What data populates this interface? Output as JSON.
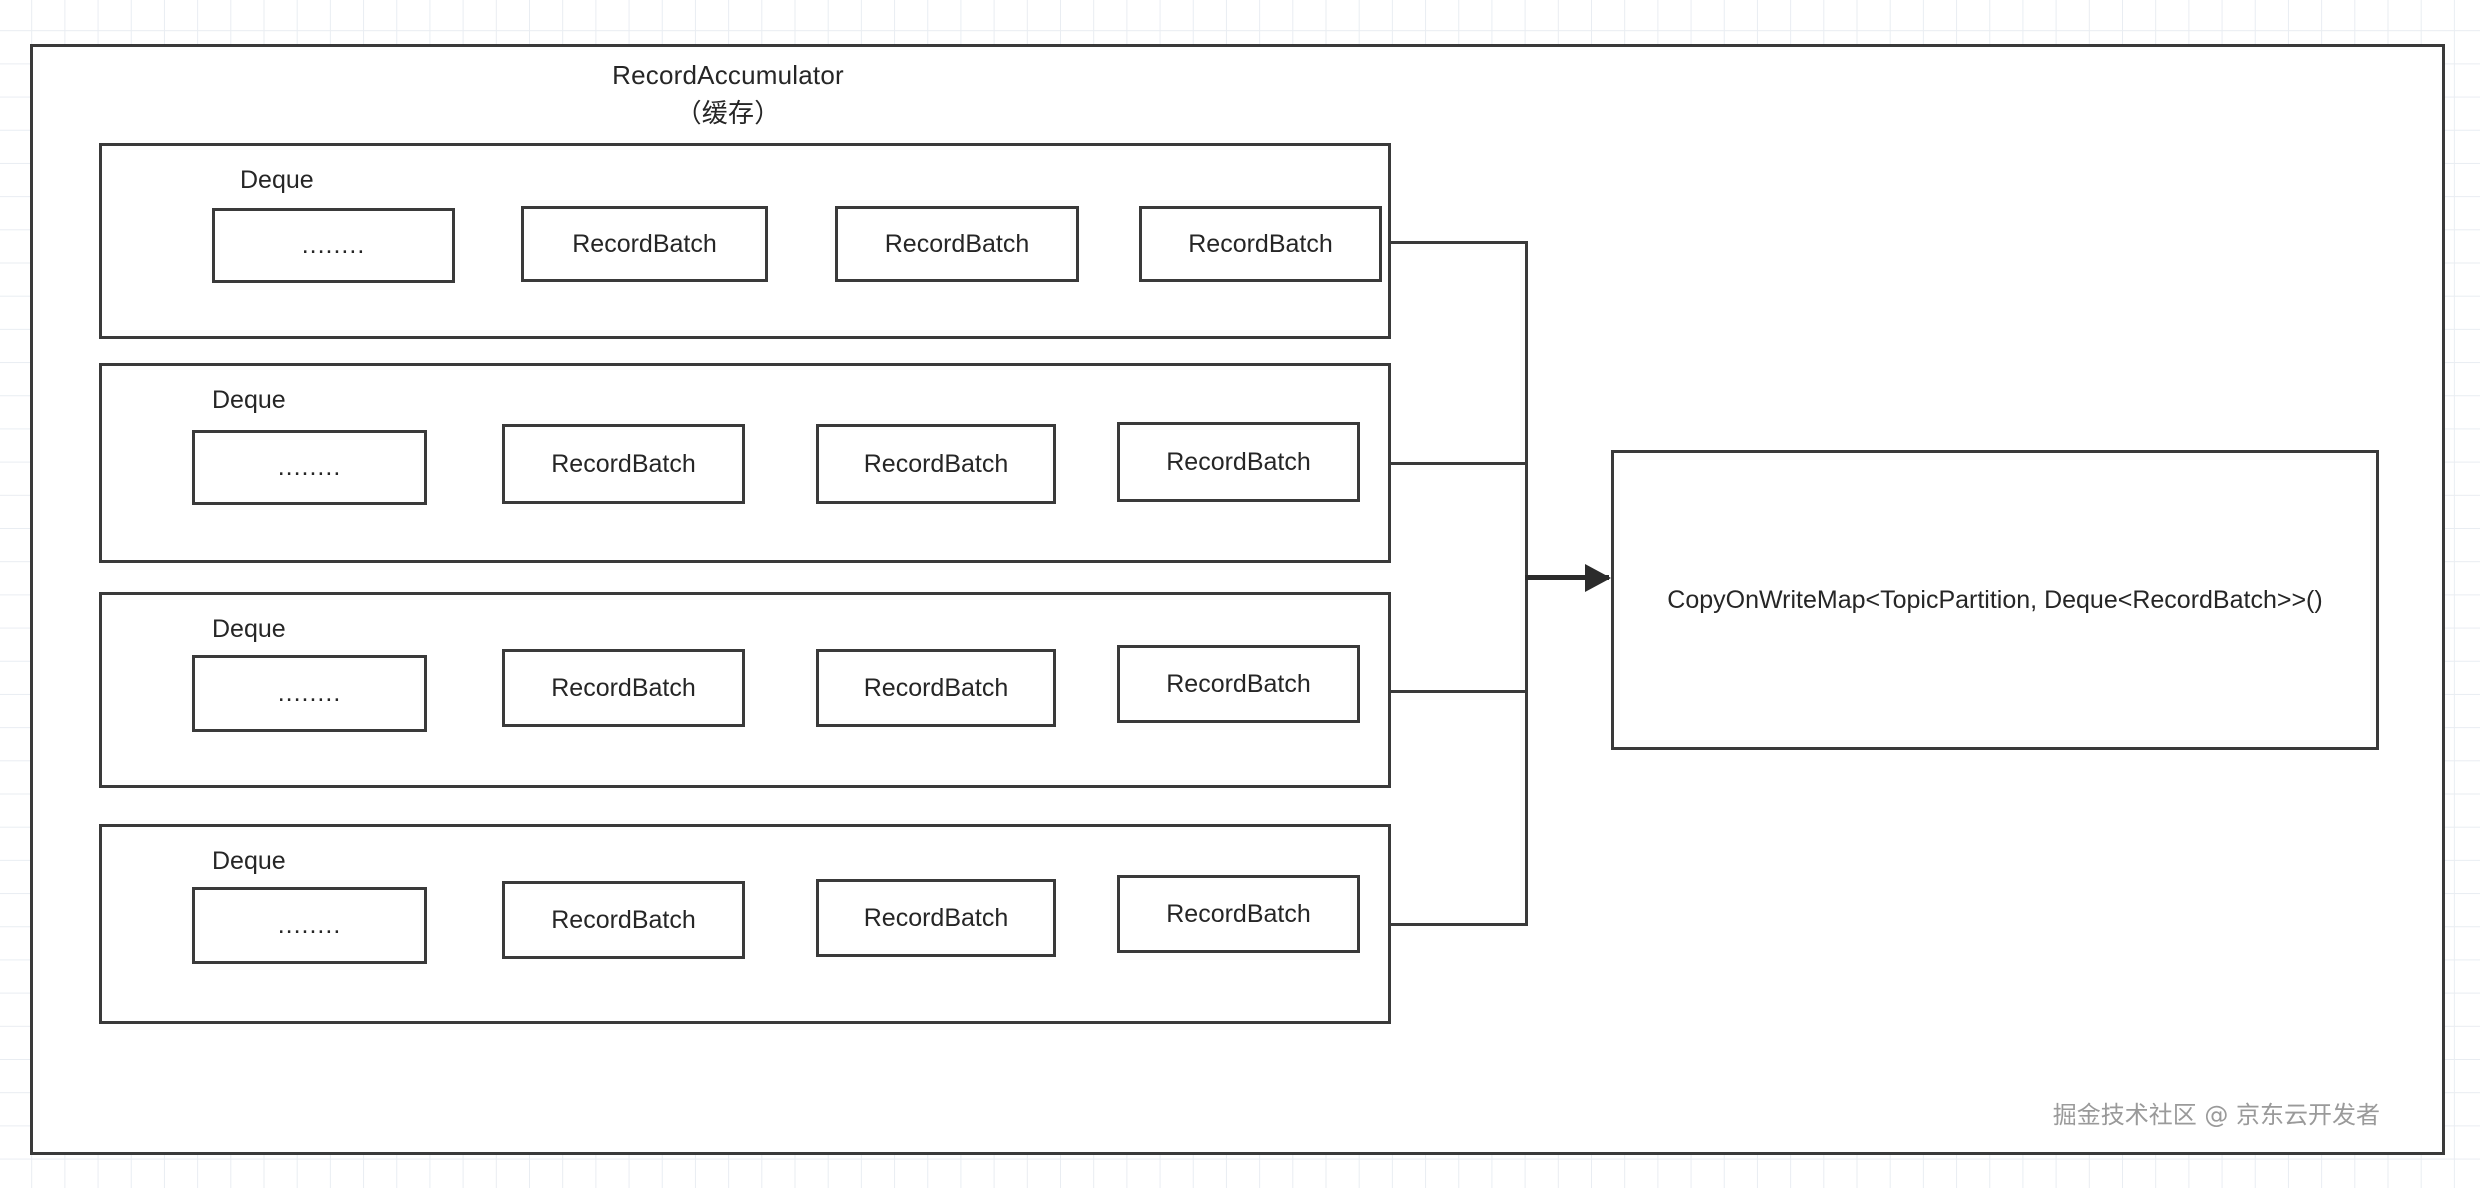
{
  "diagram": {
    "title": {
      "name": "RecordAccumulator",
      "subtitle": "（缓存）"
    },
    "rows": [
      {
        "label": "Deque",
        "boxes": [
          {
            "text": "........",
            "kind": "ellipsis"
          },
          {
            "text": "RecordBatch",
            "kind": "batch"
          },
          {
            "text": "RecordBatch",
            "kind": "batch"
          },
          {
            "text": "RecordBatch",
            "kind": "batch"
          }
        ]
      },
      {
        "label": "Deque",
        "boxes": [
          {
            "text": "........",
            "kind": "ellipsis"
          },
          {
            "text": "RecordBatch",
            "kind": "batch"
          },
          {
            "text": "RecordBatch",
            "kind": "batch"
          },
          {
            "text": "RecordBatch",
            "kind": "batch"
          }
        ]
      },
      {
        "label": "Deque",
        "boxes": [
          {
            "text": "........",
            "kind": "ellipsis"
          },
          {
            "text": "RecordBatch",
            "kind": "batch"
          },
          {
            "text": "RecordBatch",
            "kind": "batch"
          },
          {
            "text": "RecordBatch",
            "kind": "batch"
          }
        ]
      },
      {
        "label": "Deque",
        "boxes": [
          {
            "text": "........",
            "kind": "ellipsis"
          },
          {
            "text": "RecordBatch",
            "kind": "batch"
          },
          {
            "text": "RecordBatch",
            "kind": "batch"
          },
          {
            "text": "RecordBatch",
            "kind": "batch"
          }
        ]
      }
    ],
    "map_node": {
      "label": "CopyOnWriteMap<TopicPartition, Deque<RecordBatch>>()"
    },
    "watermark": "掘金技术社区 @ 京东云开发者",
    "colors": {
      "stroke": "#3a3a3a",
      "text": "#262626",
      "grid": "#e9edf2",
      "background": "#ffffff",
      "watermark": "#9a9a9a"
    }
  }
}
